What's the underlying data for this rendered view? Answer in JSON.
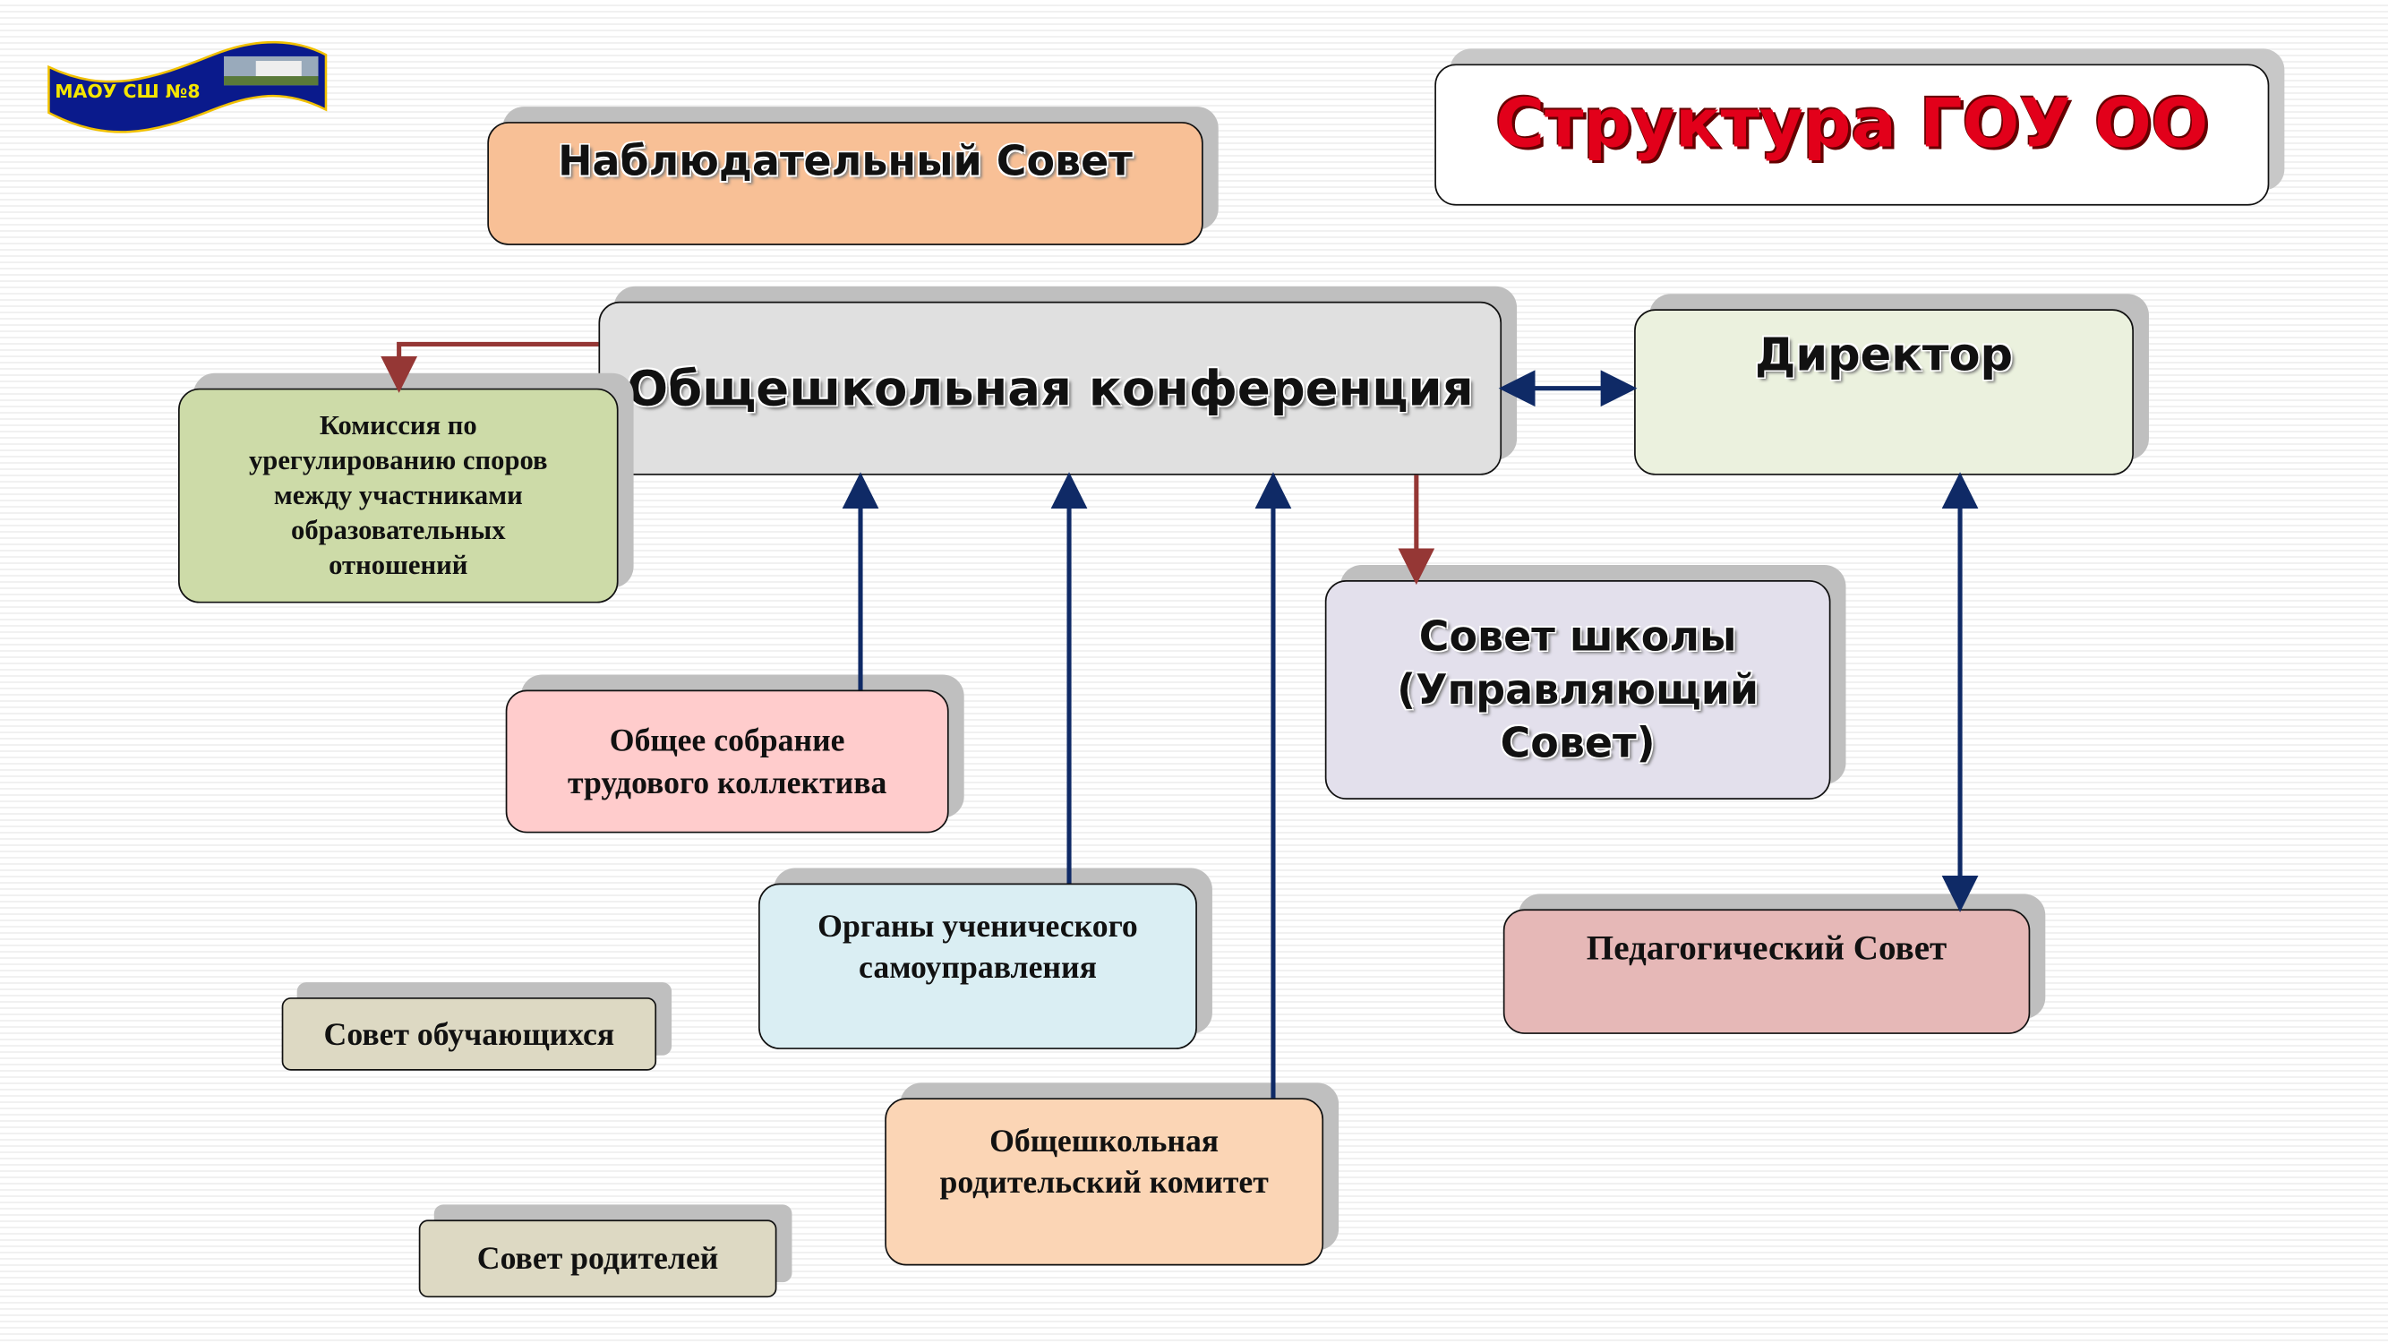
{
  "logo": {
    "text": "МАОУ СШ №8"
  },
  "title": "Структура ГОУ ОО",
  "nodes": {
    "supervisory": "Наблюдательный Совет",
    "conference": "Общешкольная конференция",
    "director": "Директор",
    "commission": "Комиссия по урегулированию споров между участниками образовательных отношений",
    "school_council": "Совет школы (Управляющий Совет)",
    "staff_meeting": "Общее собрание трудового коллектива",
    "student_government": "Органы ученического самоуправления",
    "pedagogical": "Педагогический Совет",
    "students_council": "Совет обучающихся",
    "parents_committee": "Общешкольная родительский комитет",
    "parents_council": "Совет родителей"
  },
  "colors": {
    "red_arrow": "#953735",
    "blue_arrow": "#0f2a66",
    "title": "#e2001a"
  }
}
